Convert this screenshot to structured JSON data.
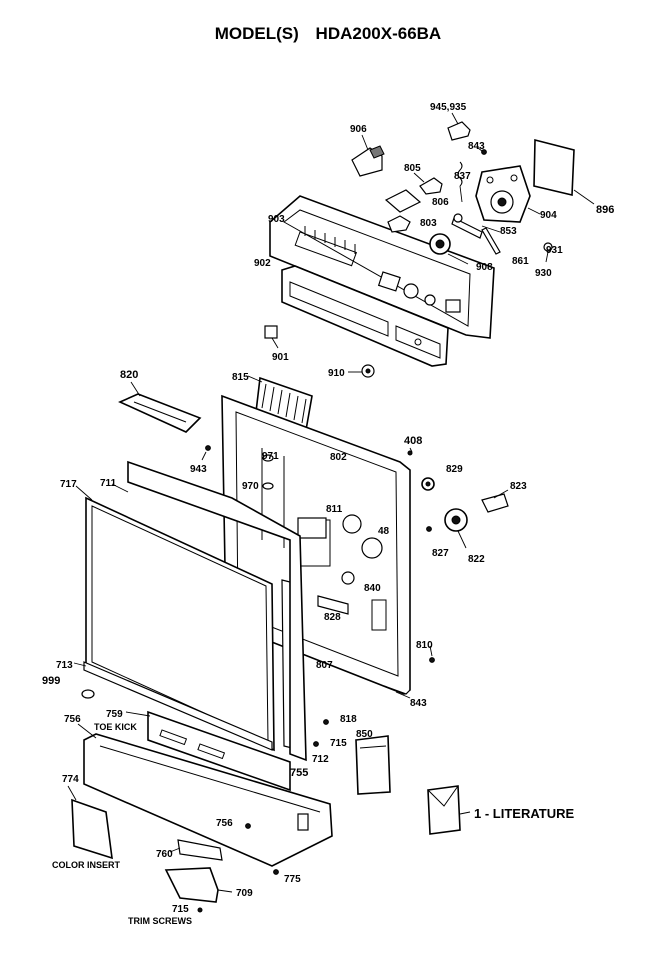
{
  "header": {
    "model_label": "MODEL(S)",
    "model_number": "HDA200X-66BA"
  },
  "callouts": {
    "c945_935": "945,935",
    "c906": "906",
    "c843a": "843",
    "c896": "896",
    "c805": "805",
    "c837": "837",
    "c806": "806",
    "c904": "904",
    "c903": "903",
    "c803": "803",
    "c853": "853",
    "c908": "908",
    "c861": "861",
    "c931": "931",
    "c930": "930",
    "c902": "902",
    "c901": "901",
    "c910": "910",
    "c820": "820",
    "c815": "815",
    "c408": "408",
    "c943": "943",
    "c971": "971",
    "c802": "802",
    "c829": "829",
    "c970": "970",
    "c823": "823",
    "c717": "717",
    "c711": "711",
    "c811": "811",
    "c48": "48",
    "c827": "827",
    "c822": "822",
    "c840": "840",
    "c828": "828",
    "c810": "810",
    "c713": "713",
    "c807": "807",
    "c999": "999",
    "c843b": "843",
    "c759": "759",
    "c818": "818",
    "c850": "850",
    "c756a": "756",
    "c715a": "715",
    "c712": "712",
    "c755": "755",
    "c774": "774",
    "c756b": "756",
    "c760": "760",
    "c775": "775",
    "c709": "709",
    "c715b": "715"
  },
  "captions": {
    "toe_kick": "TOE KICK",
    "color_insert": "COLOR INSERT",
    "trim_screws": "TRIM SCREWS",
    "literature": "1 - LITERATURE"
  }
}
